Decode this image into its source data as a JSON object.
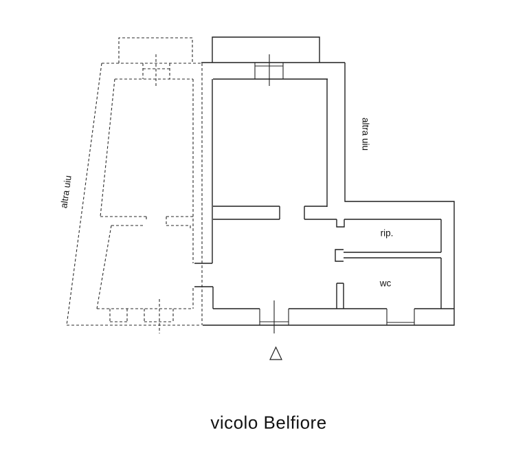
{
  "drawing": {
    "background_color": "#ffffff",
    "line_color": "#1f1f1f",
    "labels": {
      "adjacent_unit_left": "altra uiu",
      "adjacent_unit_right": "altra uiu",
      "storage_room": "rip.",
      "bathroom": "wc",
      "street": "vicolo Belfiore"
    }
  }
}
